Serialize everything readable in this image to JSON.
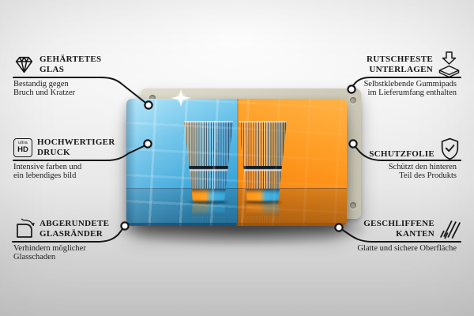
{
  "product": {
    "name": "Glass splashback panel with two striped drinking glasses print",
    "front_panel": "printed glass panel",
    "rear_panel": "backing panel with screw holes",
    "colors": {
      "photo_blue": "#3ca6da",
      "photo_orange": "#ff9d24",
      "rear_panel_beige": "#d6d2c1",
      "line_black": "#161616",
      "background_gray": "#e9e9e9"
    }
  },
  "callouts": {
    "left": [
      {
        "icon": "diamond-icon",
        "title1": "GEHÄRTETES",
        "title2": "GLAS",
        "desc1": "Bestandig gegen",
        "desc2": "Bruch und Kratzer"
      },
      {
        "icon": "ultra-hd-icon",
        "icon_text_small": "ultra",
        "icon_text_big": "HD",
        "title1": "HOCHWERTIGER",
        "title2": "DRUCK",
        "desc1": "Intensive farben und",
        "desc2": "ein lebendiges bild"
      },
      {
        "icon": "rounded-corner-icon",
        "title1": "ABGERUNDETE",
        "title2": "GLASRÄNDER",
        "desc1": "Verhindern möglicher",
        "desc2": "Glasschaden"
      }
    ],
    "right": [
      {
        "icon": "rubber-pad-icon",
        "title1": "RUTSCHFESTE",
        "title2": "UNTERLAGEN",
        "desc1": "Selbstklebende Gummipads",
        "desc2": "im Lieferumfang enthalten"
      },
      {
        "icon": "shield-check-icon",
        "title1": "SCHUTZFOLIE",
        "desc1": "Schützt den hinteren",
        "desc2": "Teil des Produkts"
      },
      {
        "icon": "polished-edges-icon",
        "title1": "GESCHLIFFENE",
        "title2": "KANTEN",
        "desc1": "Glatte und sichere Oberfläche"
      }
    ]
  }
}
